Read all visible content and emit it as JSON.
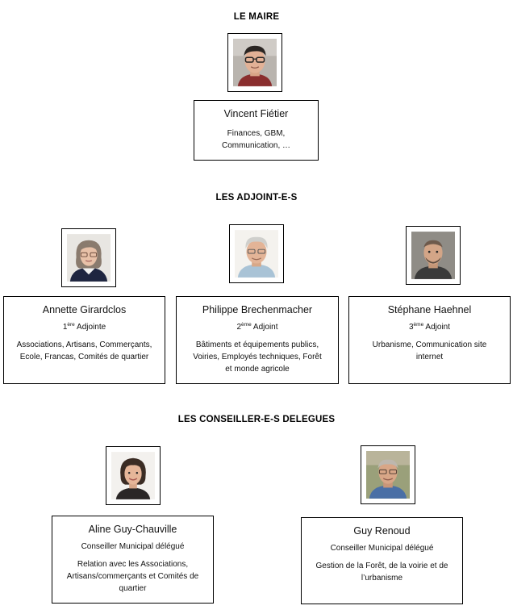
{
  "sections": {
    "maire": "LE MAIRE",
    "adjoints": "LES ADJOINT-E-S",
    "delegues": "LES CONSEILLER-E-S DELEGUES"
  },
  "mayor": {
    "name": "Vincent Fiétier",
    "desc_line1": "Finances, GBM,",
    "desc_line2": "Communication, …"
  },
  "adjoints": [
    {
      "name": "Annette Girardclos",
      "rank_num": "1",
      "rank_sup": "ère",
      "rank_word": " Adjointe",
      "desc_line1": "Associations, Artisans, Commerçants,",
      "desc_line2": "Ecole, Francas, Comités de quartier"
    },
    {
      "name": "Philippe Brechenmacher",
      "rank_num": "2",
      "rank_sup": "ème",
      "rank_word": " Adjoint",
      "desc_line1": "Bâtiments et équipements publics,",
      "desc_line2": "Voiries, Employés techniques, Forêt",
      "desc_line3": "et monde agricole"
    },
    {
      "name": "Stéphane Haehnel",
      "rank_num": "3",
      "rank_sup": "ème",
      "rank_word": " Adjoint",
      "desc_line1": "Urbanisme, Communication site",
      "desc_line2": "internet"
    }
  ],
  "delegues": [
    {
      "name": "Aline Guy-Chauville",
      "role": "Conseiller Municipal délégué",
      "desc_line1": "Relation avec les Associations,",
      "desc_line2": "Artisans/commerçants et Comités de",
      "desc_line3": "quartier"
    },
    {
      "name": "Guy Renoud",
      "role": "Conseiller Municipal délégué",
      "desc_line1": "Gestion de la Forêt, de la voirie et de",
      "desc_line2": "l’urbanisme"
    }
  ],
  "colors": {
    "border": "#000000",
    "text": "#111111"
  }
}
